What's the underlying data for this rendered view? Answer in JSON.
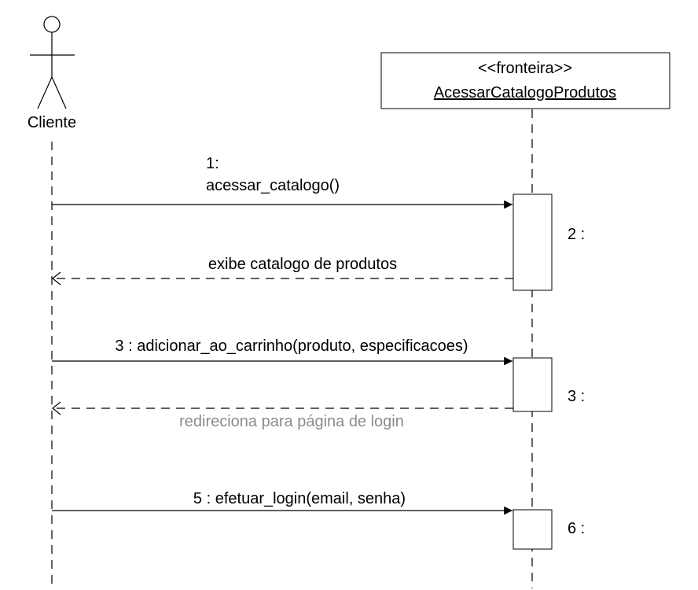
{
  "actor": {
    "name": "Cliente"
  },
  "boundary": {
    "stereotype": "<<fronteira>>",
    "name": "AcessarCatalogoProdutos"
  },
  "messages": [
    {
      "label_line1": "1:",
      "label_line2": "acessar_catalogo()",
      "kind": "call"
    },
    {
      "label": "exibe catalogo de produtos",
      "kind": "return"
    },
    {
      "label": "3 : adicionar_ao_carrinho(produto, especificacoes)",
      "kind": "call"
    },
    {
      "label": "redireciona para página de login",
      "kind": "return",
      "color": "#8c8c8c"
    },
    {
      "label": "5 : efetuar_login(email, senha)",
      "kind": "call"
    }
  ],
  "activations": [
    {
      "label": "2 :"
    },
    {
      "label": "3 :"
    },
    {
      "label": "6 :"
    }
  ]
}
